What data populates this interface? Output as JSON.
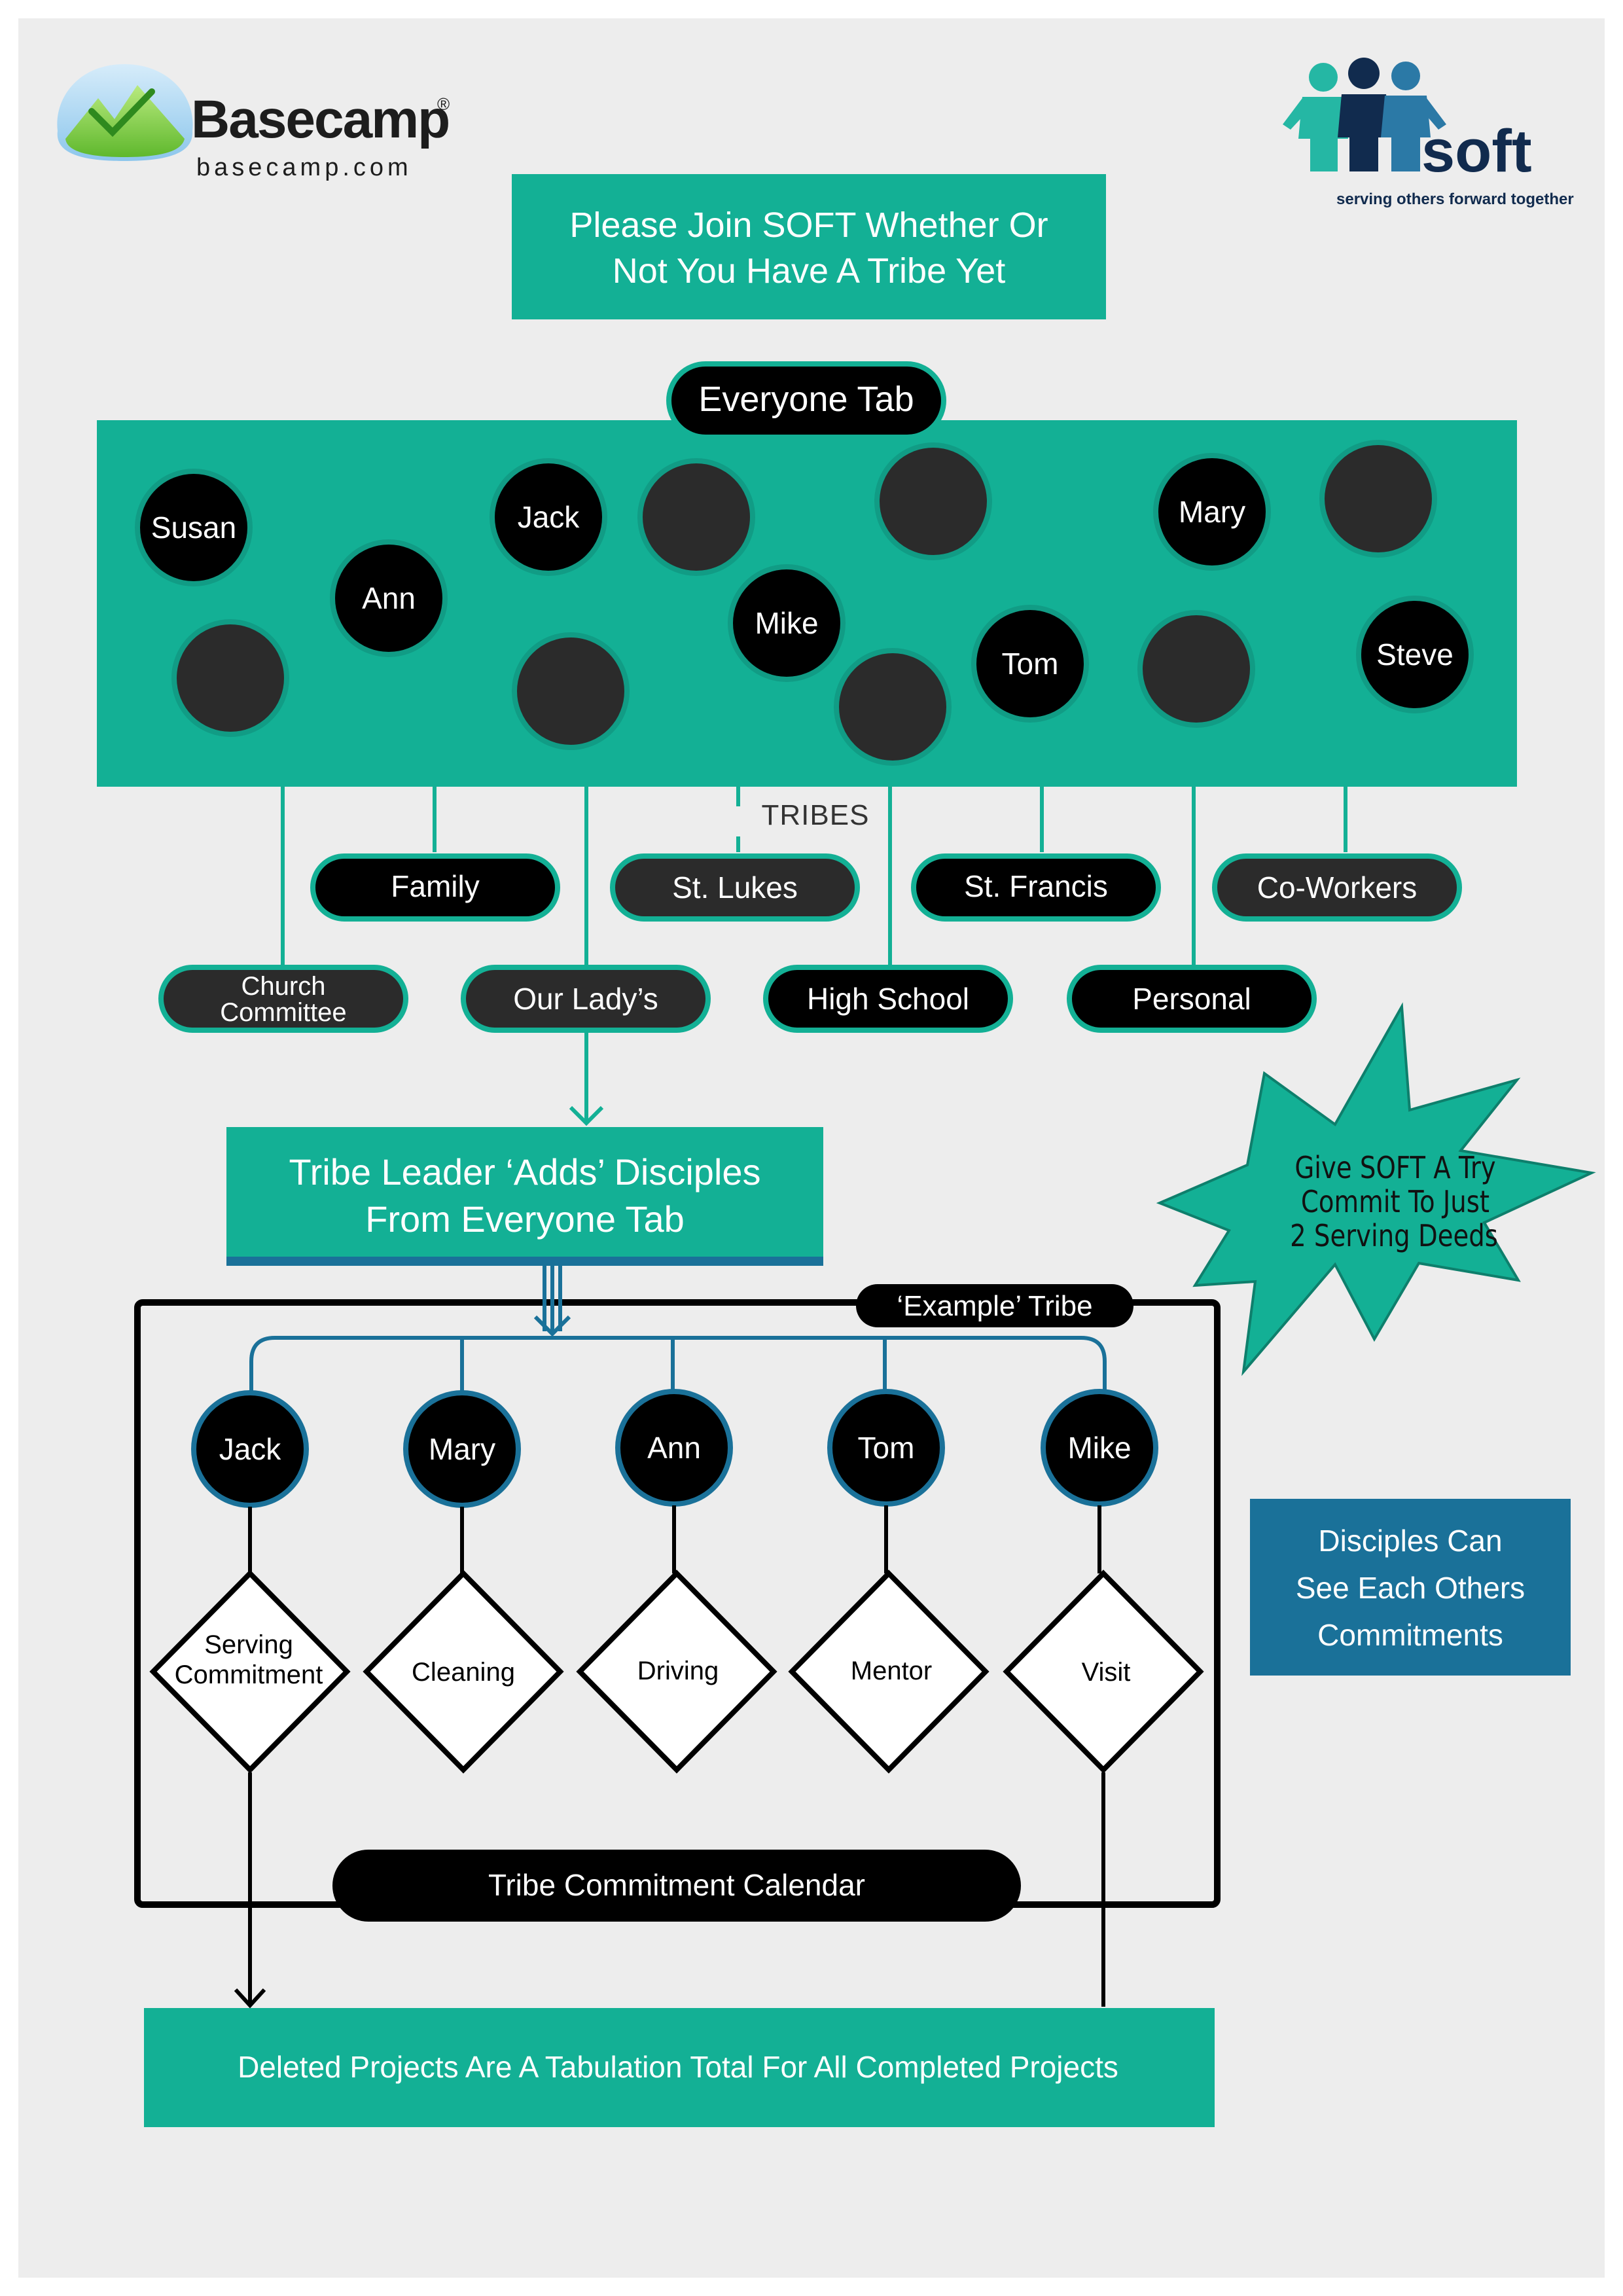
{
  "basecamp": {
    "name": "Basecamp",
    "reg": "®",
    "url": "basecamp.com"
  },
  "soft": {
    "word": "soft",
    "tagline": "serving others forward together"
  },
  "header": {
    "line1": "Please Join SOFT Whether Or",
    "line2": "Not You Have A Tribe Yet"
  },
  "everyone_tab": {
    "label": "Everyone Tab",
    "people": [
      "Susan",
      "Ann",
      "Jack",
      "Mike",
      "Tom",
      "Mary",
      "Steve"
    ]
  },
  "tribes": {
    "label": "TRIBES",
    "items": [
      "Family",
      "St. Lukes",
      "St. Francis",
      "Co-Workers",
      "Church Committee",
      "Our Lady’s",
      "High School",
      "Personal"
    ]
  },
  "leader_box": {
    "line1": "Tribe Leader ‘Adds’ Disciples",
    "line2": "From Everyone Tab"
  },
  "starburst": {
    "line1": "Give SOFT A Try",
    "line2": "Commit To Just",
    "line3": "2 Serving Deeds"
  },
  "example_tribe": {
    "label": "‘Example’ Tribe",
    "members": [
      "Jack",
      "Mary",
      "Ann",
      "Tom",
      "Mike"
    ],
    "commitments": [
      "Serving Commitment",
      "Cleaning",
      "Driving",
      "Mentor",
      "Visit"
    ]
  },
  "side_box": {
    "line1": "Disciples Can",
    "line2": "See Each Others",
    "line3": "Commitments"
  },
  "calendar": {
    "label": "Tribe Commitment Calendar"
  },
  "footer": {
    "label": "Deleted Projects Are A Tabulation Total For All Completed Projects"
  },
  "colors": {
    "teal": "#13b095",
    "blue": "#1a7199",
    "dark": "#2b2b2b",
    "black": "#000000",
    "page": "#ededed"
  }
}
